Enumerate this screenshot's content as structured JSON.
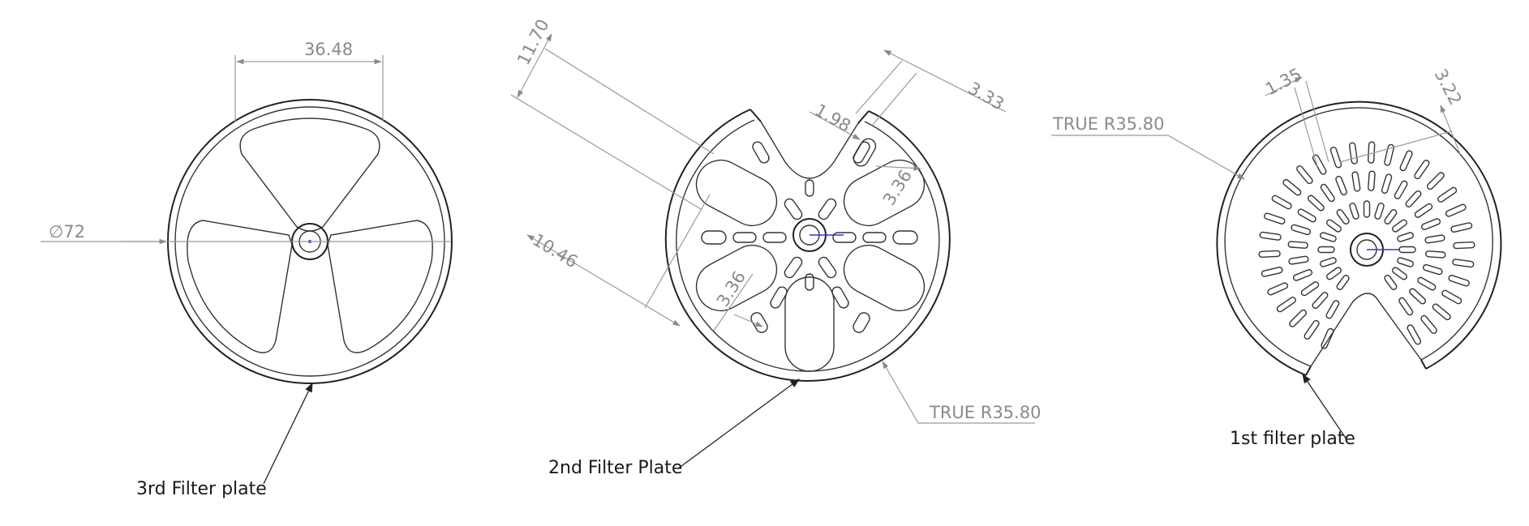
{
  "drawing": {
    "plate3": {
      "label": "3rd Filter plate",
      "width_dim": "36.48",
      "diameter_symbol": "∅",
      "diameter_value": "72"
    },
    "plate2": {
      "label": "2nd Filter Plate",
      "dims": [
        "11.70",
        "10.46",
        "3.36",
        "1.98",
        "3.33",
        "3.36"
      ],
      "true_radius": "TRUE R35.80"
    },
    "plate1": {
      "label": "1st filter plate",
      "dims": [
        "1.35",
        "3.22"
      ],
      "true_radius": "TRUE R35.80"
    }
  }
}
